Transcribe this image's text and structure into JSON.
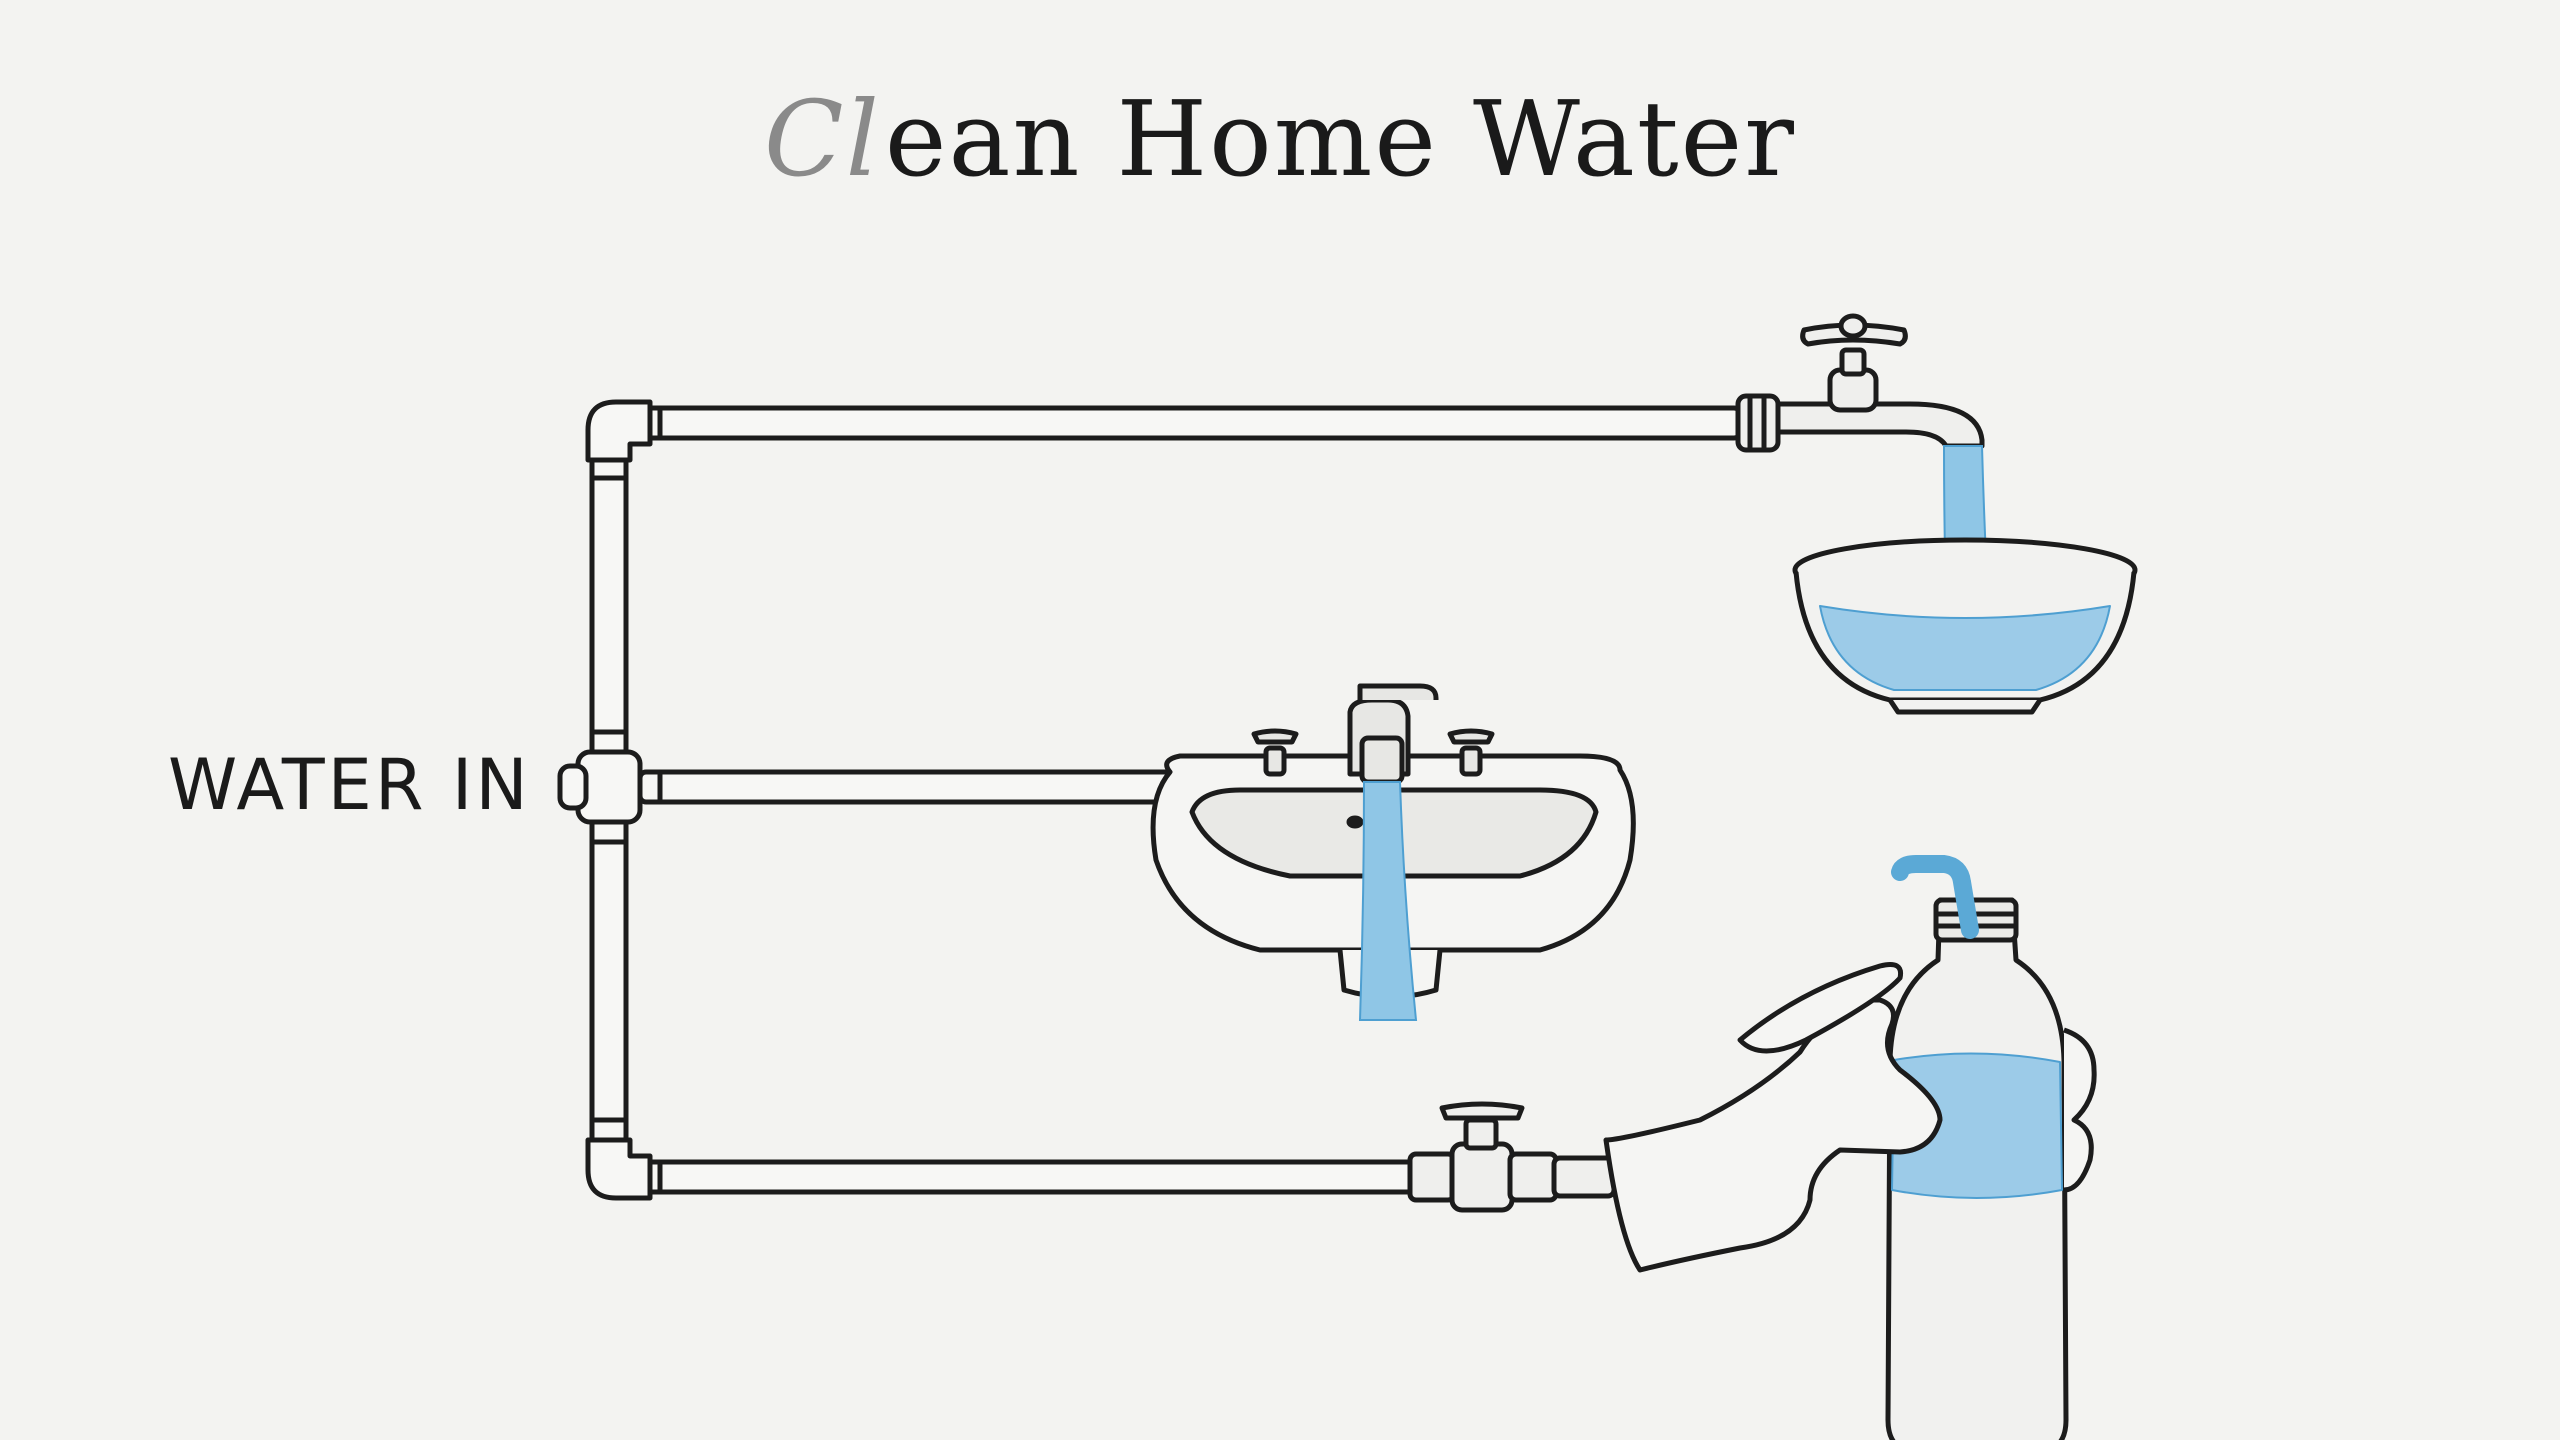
{
  "diagram": {
    "title_ghost_letters": "Cl",
    "title_rest": "ean Home Water",
    "inlet_label": "WATER IN"
  },
  "colors": {
    "paper": "#f3f3f1",
    "ink": "#1c1c1c",
    "water": "#8fc6e6",
    "water_dark": "#4e9fd1",
    "straw": "#5ba9d6"
  },
  "components": {
    "outlet_top": "wall-tap-icon",
    "container_top": "bowl-icon",
    "outlet_middle": "sink-faucet-icon",
    "fixture_middle": "sink-basin-icon",
    "outlet_bottom": "valve-tap-icon",
    "container_bottom": "bottle-icon",
    "hand": "hand-icon"
  }
}
